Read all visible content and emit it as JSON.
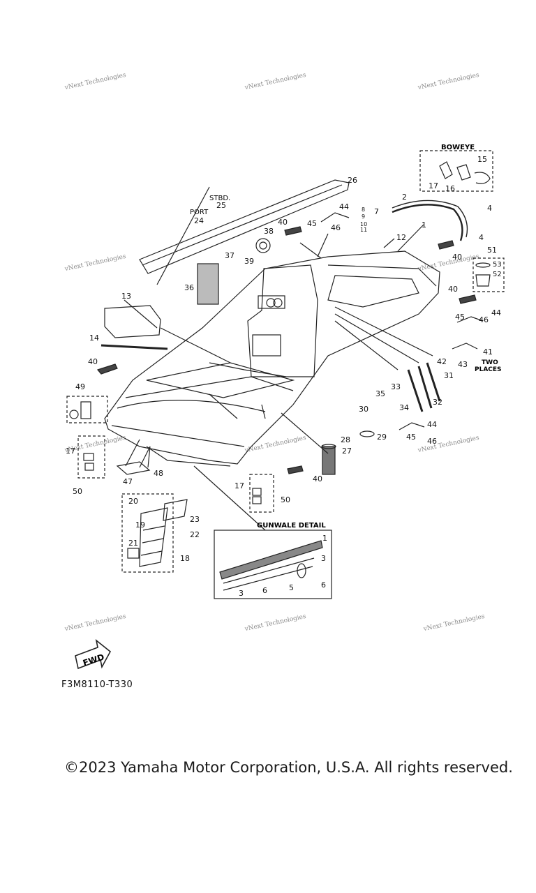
{
  "watermark": "vNext Technologies",
  "labels": {
    "boweye": "BOWEYE",
    "stbd": "STBD.",
    "port": "PORT",
    "two_places_1": "TWO",
    "two_places_2": "PLACES",
    "gunwale_detail": "GUNWALE DETAIL",
    "fwd": "FWD"
  },
  "diagram_code": "F3M8110-T330",
  "copyright": "©2023 Yamaha Motor Corporation, U.S.A. All rights reserved.",
  "callouts": {
    "c1": "1",
    "c2": "2",
    "c3": "3",
    "c4": "4",
    "c5": "5",
    "c6": "6",
    "c7": "7",
    "c8": "8",
    "c9": "9",
    "c10": "10",
    "c11": "11",
    "c12": "12",
    "c13": "13",
    "c14": "14",
    "c15": "15",
    "c16": "16",
    "c17": "17",
    "c18": "18",
    "c19": "19",
    "c20": "20",
    "c21": "21",
    "c22": "22",
    "c23": "23",
    "c24": "24",
    "c25": "25",
    "c26": "26",
    "c27": "27",
    "c28": "28",
    "c29": "29",
    "c30": "30",
    "c31": "31",
    "c32": "32",
    "c33": "33",
    "c34": "34",
    "c35": "35",
    "c36": "36",
    "c37": "37",
    "c38": "38",
    "c39": "39",
    "c40": "40",
    "c41": "41",
    "c42": "42",
    "c43": "43",
    "c44": "44",
    "c45": "45",
    "c46": "46",
    "c47": "47",
    "c48": "48",
    "c49": "49",
    "c50": "50",
    "c51": "51",
    "c52": "52",
    "c53": "53"
  }
}
